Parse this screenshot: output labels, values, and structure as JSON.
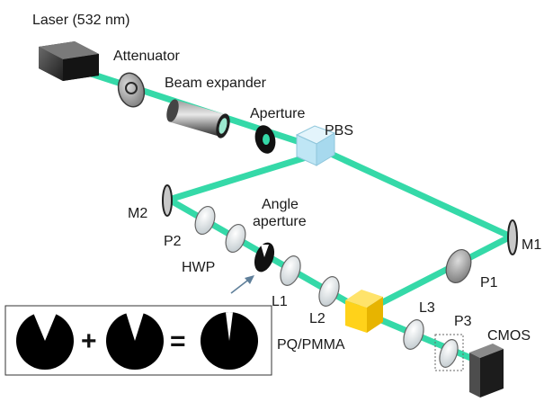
{
  "labels": {
    "laser": "Laser (532 nm)",
    "attenuator": "Attenuator",
    "beam_expander": "Beam expander",
    "aperture": "Aperture",
    "pbs": "PBS",
    "m1": "M1",
    "m2": "M2",
    "p1": "P1",
    "p2": "P2",
    "p3": "P3",
    "hwp": "HWP",
    "angle_aperture_line1": "Angle",
    "angle_aperture_line2": "aperture",
    "l1": "L1",
    "l2": "L2",
    "l3": "L3",
    "sample": "PQ/PMMA",
    "camera": "CMOS"
  },
  "inset": {
    "plus": "+",
    "equals": "="
  },
  "colors": {
    "beam": "#35d9a8",
    "sample": "#ffd21a",
    "laser_body": "#3f3f3f",
    "pbs": "#bfe6f5"
  }
}
